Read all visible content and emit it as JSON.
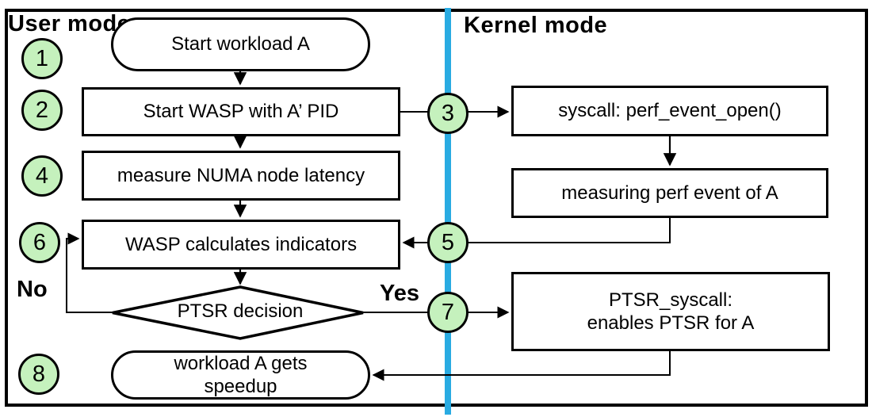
{
  "page": {
    "user_mode": "User mode",
    "kernel_mode": "Kernel mode",
    "no": "No",
    "yes": "Yes",
    "badges": [
      "1",
      "2",
      "3",
      "4",
      "5",
      "6",
      "7",
      "8"
    ],
    "nodes": {
      "start": "Start workload A",
      "start_wasp": "Start WASP with A’ PID",
      "syscall": "syscall: perf_event_open()",
      "measure_numa": "measure NUMA node latency",
      "measuring_perf": "measuring perf event of A",
      "wasp_calc": "WASP calculates indicators",
      "decision": "PTSR decision",
      "ptsr_syscall": "PTSR_syscall:\nenables PTSR for A",
      "speedup": "workload A gets\nspeedup"
    },
    "colors": {
      "divider": "#29abe2",
      "badge_fill": "#c5f1bd",
      "stroke": "#000000"
    }
  }
}
